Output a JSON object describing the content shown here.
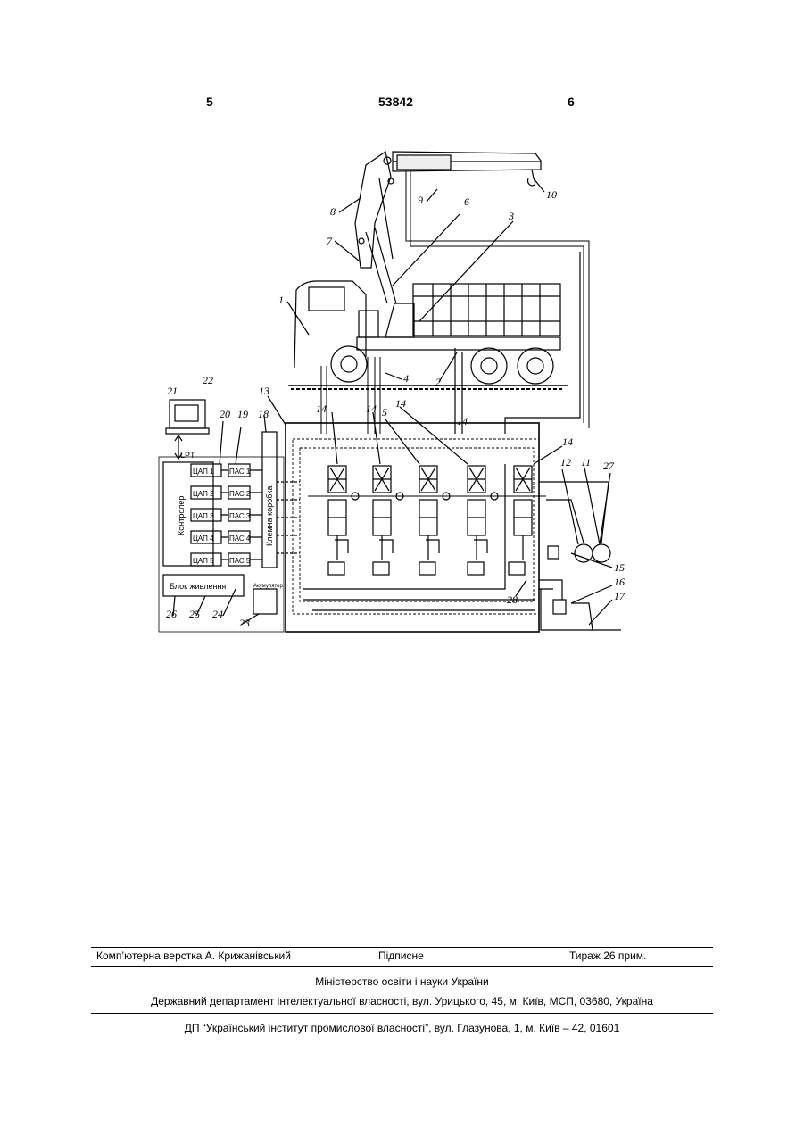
{
  "header": {
    "col_left": "5",
    "patent_number": "53842",
    "col_right": "6"
  },
  "figure": {
    "labels": [
      "1",
      "2",
      "3",
      "4",
      "5",
      "6",
      "7",
      "8",
      "9",
      "10",
      "11",
      "12",
      "13",
      "14",
      "14",
      "14",
      "14",
      "14",
      "15",
      "16",
      "17",
      "18",
      "19",
      "20",
      "21",
      "22",
      "23",
      "24",
      "25",
      "26",
      "27",
      "28"
    ],
    "lpt": "LPT",
    "controller": "Контролер",
    "power_unit": "Блок живлення",
    "relay_box": "Клемна коробка",
    "accumulator": "Акумулятор",
    "dac": [
      "ЦАП 1",
      "ЦАП 2",
      "ЦАП 3",
      "ЦАП 4",
      "ЦАП 5"
    ],
    "pas": [
      "ПАС 1",
      "ПАС 2",
      "ПАС 3",
      "ПАС 4",
      "ПАС 5"
    ]
  },
  "footer": {
    "layout": "Комп’ютерна верстка А. Крижанівський",
    "signed": "Підписне",
    "circulation": "Тираж 26 прим.",
    "ministry": "Міністерство освіти і науки України",
    "department": "Державний департамент інтелектуальної власності, вул. Урицького, 45, м. Київ, МСП, 03680, Україна",
    "institute": "ДП “Український інститут промислової власності”, вул. Глазунова, 1, м. Київ – 42, 01601"
  }
}
